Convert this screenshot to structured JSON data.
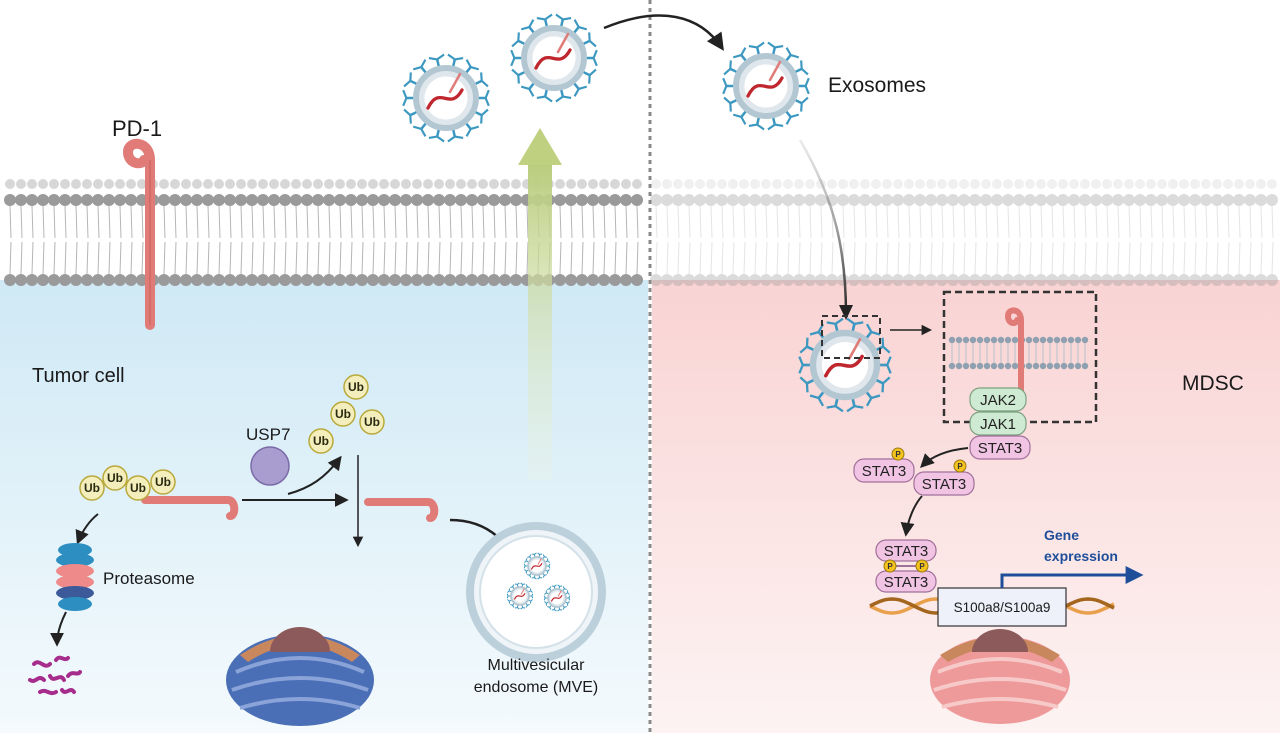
{
  "labels": {
    "pd1": "PD-1",
    "tumor_cell": "Tumor cell",
    "usp7": "USP7",
    "proteasome": "Proteasome",
    "mve_line1": "Multivesicular",
    "mve_line2": "endosome (MVE)",
    "exosomes": "Exosomes",
    "mdsc": "MDSC",
    "jak2": "JAK2",
    "jak1": "JAK1",
    "stat3": "STAT3",
    "phospho": "P",
    "ubiquitin": "Ub",
    "gene_line1": "Gene",
    "gene_line2": "expression",
    "gene_box": "S100a8/S100a9"
  },
  "colors": {
    "tumor_bg": "#e3f2f9",
    "mdsc_bg": "#fbe3e3",
    "pd1": "#e07b78",
    "ubiquitin": "#f4eebd",
    "usp7": "#a99ccf",
    "jak": "#cfead2",
    "stat3": "#f2c4e3",
    "phospho": "#f3c21c",
    "gene_arrow": "#1e4e9a",
    "rna": "#c0262d",
    "exosome_spike": "#3c98c0",
    "secretion_arrow": "#c9d69a"
  }
}
